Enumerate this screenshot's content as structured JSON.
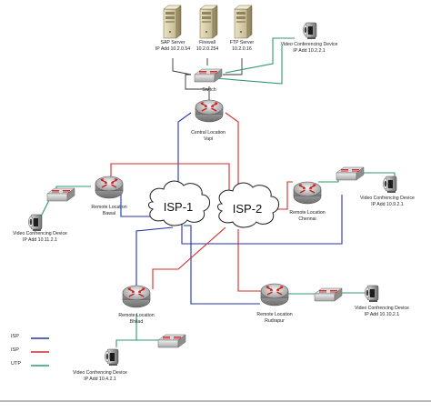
{
  "servers": [
    {
      "id": "sap",
      "name": "SAP Server",
      "ip": "IP Add 10.2.0.54"
    },
    {
      "id": "firewall",
      "name": "Firewall",
      "ip": "10.2.0.254"
    },
    {
      "id": "ftp",
      "name": "FTP Server",
      "ip": "10.2.0.16"
    }
  ],
  "devices": {
    "switch_central": {
      "label": "Switch"
    },
    "vcd_central": {
      "name": "Video Conferencing Device",
      "ip": "IP Add 10.2.2.1"
    },
    "router_central": {
      "name": "Central Location",
      "city": "Vapi"
    },
    "router_bawal": {
      "name": "Remote Location",
      "city": "Bawal"
    },
    "vcd_bawal": {
      "name": "Video Confrencing Device",
      "ip": "IP Add 10.11.2.1"
    },
    "router_chennai": {
      "name": "Remote Location",
      "city": "Chennai"
    },
    "vcd_chennai": {
      "name": "Video Confrencing Device",
      "ip": "IP Add 10.9.2.1"
    },
    "router_bhilad": {
      "name": "Remote Location",
      "city": "Bhilad"
    },
    "vcd_bhilad": {
      "name": "Video Confrencing Device",
      "ip": "IP Add 10.4.2.1"
    },
    "router_rudrapur": {
      "name": "Remote Location",
      "city": "Rudrapur"
    },
    "vcd_rudrapur": {
      "name": "Video Confrencing Device",
      "ip": "IP Add 10.10.2.1"
    }
  },
  "clouds": {
    "isp1": {
      "label": "ISP-1"
    },
    "isp2": {
      "label": "ISP-2"
    }
  },
  "legend": [
    {
      "label": "ISP",
      "color": "#2233aa"
    },
    {
      "label": "ISP",
      "color": "#d42b2b"
    },
    {
      "label": "UTP",
      "color": "#2e9a6a"
    }
  ],
  "colors": {
    "isp1_line": "#2233aa",
    "isp2_line": "#d42b2b",
    "utp_line": "#2e9a6a",
    "core_line": "#333333"
  }
}
